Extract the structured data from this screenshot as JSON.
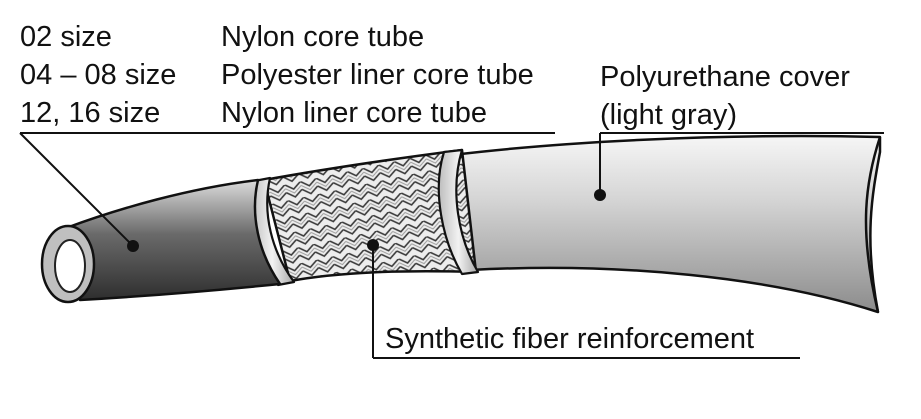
{
  "core_tube": {
    "rows": [
      {
        "size": "02 size",
        "material": "Nylon core tube"
      },
      {
        "size": "04 – 08 size",
        "material": "Polyester liner core tube"
      },
      {
        "size": "12, 16 size",
        "material": "Nylon liner core tube"
      }
    ]
  },
  "cover": {
    "line1": "Polyurethane cover",
    "line2": "(light gray)"
  },
  "reinforcement": {
    "label": "Synthetic fiber reinforcement"
  }
}
